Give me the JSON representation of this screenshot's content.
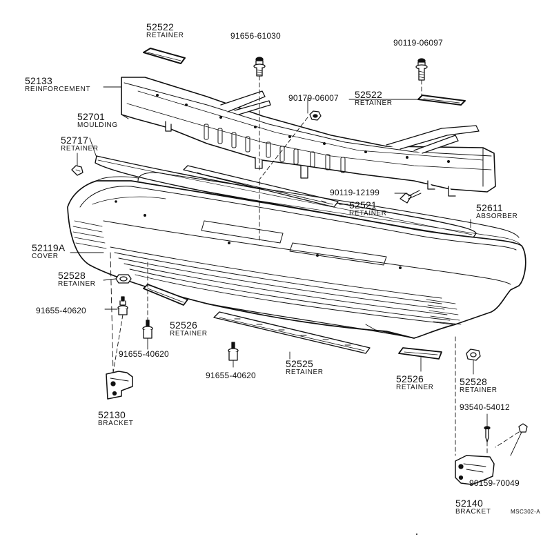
{
  "parts": {
    "p52522a": {
      "number": "52522",
      "name": "RETAINER"
    },
    "p91656": {
      "number": "91656-61030"
    },
    "p90119a": {
      "number": "90119-06097"
    },
    "p52133": {
      "number": "52133",
      "name": "REINFORCEMENT"
    },
    "p90179": {
      "number": "90179-06007"
    },
    "p52522b": {
      "number": "52522",
      "name": "RETAINER"
    },
    "p52701": {
      "number": "52701",
      "name": "MOULDING"
    },
    "p52717": {
      "number": "52717",
      "name": "RETAINER"
    },
    "p90119b": {
      "number": "90119-12199"
    },
    "p52521": {
      "number": "52521",
      "name": "RETAINER"
    },
    "p52611": {
      "number": "52611",
      "name": "ABSORBER"
    },
    "p52119A": {
      "number": "52119A",
      "name": "COVER"
    },
    "p52528a": {
      "number": "52528",
      "name": "RETAINER"
    },
    "p91655a": {
      "number": "91655-40620"
    },
    "p52526a": {
      "number": "52526",
      "name": "RETAINER"
    },
    "p91655b": {
      "number": "91655-40620"
    },
    "p91655c": {
      "number": "91655-40620"
    },
    "p52525": {
      "number": "52525",
      "name": "RETAINER"
    },
    "p52526b": {
      "number": "52526",
      "name": "RETAINER"
    },
    "p52528b": {
      "number": "52528",
      "name": "RETAINER"
    },
    "p93540": {
      "number": "93540-54012"
    },
    "p52130": {
      "number": "52130",
      "name": "BRACKET"
    },
    "p90159": {
      "number": "90159-70049"
    },
    "p52140": {
      "number": "52140",
      "name": "BRACKET"
    }
  },
  "diagram_code": "MSC302-A",
  "colors": {
    "ink": "#111111",
    "paper": "#ffffff"
  }
}
